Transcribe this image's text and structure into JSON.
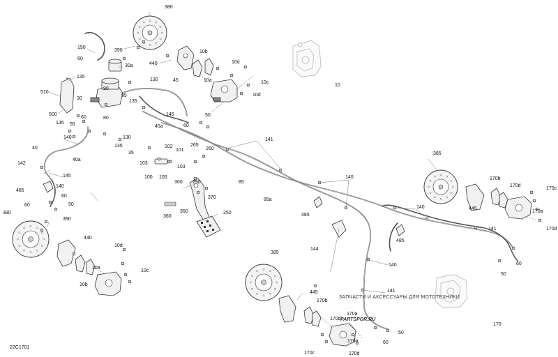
{
  "diagram_code": "22C1701",
  "watermark": {
    "tagline": "ЗАПЧАСТИ И АКСЕССУАРЫ ДЛЯ МОТОТЕХНИКИ",
    "logo": "PARTSPOR.RU"
  },
  "callouts": [
    {
      "id": "380-top",
      "text": "380"
    },
    {
      "id": "390-top",
      "text": "390"
    },
    {
      "id": "150",
      "text": "150"
    },
    {
      "id": "60-a",
      "text": "60"
    },
    {
      "id": "440-top",
      "text": "440"
    },
    {
      "id": "10b-top",
      "text": "10b"
    },
    {
      "id": "10a-top",
      "text": "10a"
    },
    {
      "id": "10d-top",
      "text": "10d"
    },
    {
      "id": "10c-top",
      "text": "10c"
    },
    {
      "id": "10d-top2",
      "text": "10d"
    },
    {
      "id": "10",
      "text": "10"
    },
    {
      "id": "30a",
      "text": "30a"
    },
    {
      "id": "135-a",
      "text": "135"
    },
    {
      "id": "510",
      "text": "510"
    },
    {
      "id": "500",
      "text": "500"
    },
    {
      "id": "135-b",
      "text": "135"
    },
    {
      "id": "90",
      "text": "90"
    },
    {
      "id": "95",
      "text": "95"
    },
    {
      "id": "30",
      "text": "30"
    },
    {
      "id": "130-a",
      "text": "130"
    },
    {
      "id": "45",
      "text": "45"
    },
    {
      "id": "135-c",
      "text": "135"
    },
    {
      "id": "145-a",
      "text": "145"
    },
    {
      "id": "45a",
      "text": "45a"
    },
    {
      "id": "60-b",
      "text": "60"
    },
    {
      "id": "50-a",
      "text": "50"
    },
    {
      "id": "60-c",
      "text": "60"
    },
    {
      "id": "80",
      "text": "80"
    },
    {
      "id": "55",
      "text": "55"
    },
    {
      "id": "130-b",
      "text": "130"
    },
    {
      "id": "135-d",
      "text": "135"
    },
    {
      "id": "140-a",
      "text": "140"
    },
    {
      "id": "40",
      "text": "40"
    },
    {
      "id": "40a",
      "text": "40a"
    },
    {
      "id": "35",
      "text": "35"
    },
    {
      "id": "102",
      "text": "102"
    },
    {
      "id": "101",
      "text": "101"
    },
    {
      "id": "103-a",
      "text": "103"
    },
    {
      "id": "103-b",
      "text": "103"
    },
    {
      "id": "100",
      "text": "100"
    },
    {
      "id": "105",
      "text": "105"
    },
    {
      "id": "265",
      "text": "265"
    },
    {
      "id": "260",
      "text": "260"
    },
    {
      "id": "141-a",
      "text": "141"
    },
    {
      "id": "142",
      "text": "142"
    },
    {
      "id": "145-b",
      "text": "145"
    },
    {
      "id": "140-b",
      "text": "140"
    },
    {
      "id": "485-a",
      "text": "485"
    },
    {
      "id": "60-d",
      "text": "60"
    },
    {
      "id": "50-b",
      "text": "50"
    },
    {
      "id": "60-e",
      "text": "60"
    },
    {
      "id": "85",
      "text": "85"
    },
    {
      "id": "300",
      "text": "300"
    },
    {
      "id": "290",
      "text": "290"
    },
    {
      "id": "370",
      "text": "370"
    },
    {
      "id": "85a",
      "text": "85a"
    },
    {
      "id": "140-c",
      "text": "140"
    },
    {
      "id": "485-b",
      "text": "485"
    },
    {
      "id": "350",
      "text": "350"
    },
    {
      "id": "360",
      "text": "360"
    },
    {
      "id": "250",
      "text": "250"
    },
    {
      "id": "380-left",
      "text": "380"
    },
    {
      "id": "390-left",
      "text": "390"
    },
    {
      "id": "440-left",
      "text": "440"
    },
    {
      "id": "10d-left",
      "text": "10d"
    },
    {
      "id": "10a-left",
      "text": "10a"
    },
    {
      "id": "10c-left",
      "text": "10c"
    },
    {
      "id": "10b-left",
      "text": "10b"
    },
    {
      "id": "144",
      "text": "144"
    },
    {
      "id": "385-right",
      "text": "385"
    },
    {
      "id": "170b-right",
      "text": "170b"
    },
    {
      "id": "170d-right",
      "text": "170d"
    },
    {
      "id": "170c-right",
      "text": "170c"
    },
    {
      "id": "445-right",
      "text": "445"
    },
    {
      "id": "170a-right",
      "text": "170a"
    },
    {
      "id": "170d-right2",
      "text": "170d"
    },
    {
      "id": "140-d",
      "text": "140"
    },
    {
      "id": "141-b",
      "text": "141"
    },
    {
      "id": "485-c",
      "text": "485"
    },
    {
      "id": "60-f",
      "text": "60"
    },
    {
      "id": "50-c",
      "text": "50"
    },
    {
      "id": "140-e",
      "text": "140"
    },
    {
      "id": "385-bottom",
      "text": "385"
    },
    {
      "id": "445-bottom",
      "text": "445"
    },
    {
      "id": "170b-bottom",
      "text": "170b"
    },
    {
      "id": "141-c",
      "text": "141"
    },
    {
      "id": "170a-bottom1",
      "text": "170a"
    },
    {
      "id": "170d-bottom1",
      "text": "170d"
    },
    {
      "id": "170",
      "text": "170"
    },
    {
      "id": "50-d",
      "text": "50"
    },
    {
      "id": "60-g",
      "text": "60"
    },
    {
      "id": "170a-bottom2",
      "text": "170a"
    },
    {
      "id": "170c-bottom",
      "text": "170c"
    },
    {
      "id": "170d-bottom2",
      "text": "170d"
    }
  ]
}
